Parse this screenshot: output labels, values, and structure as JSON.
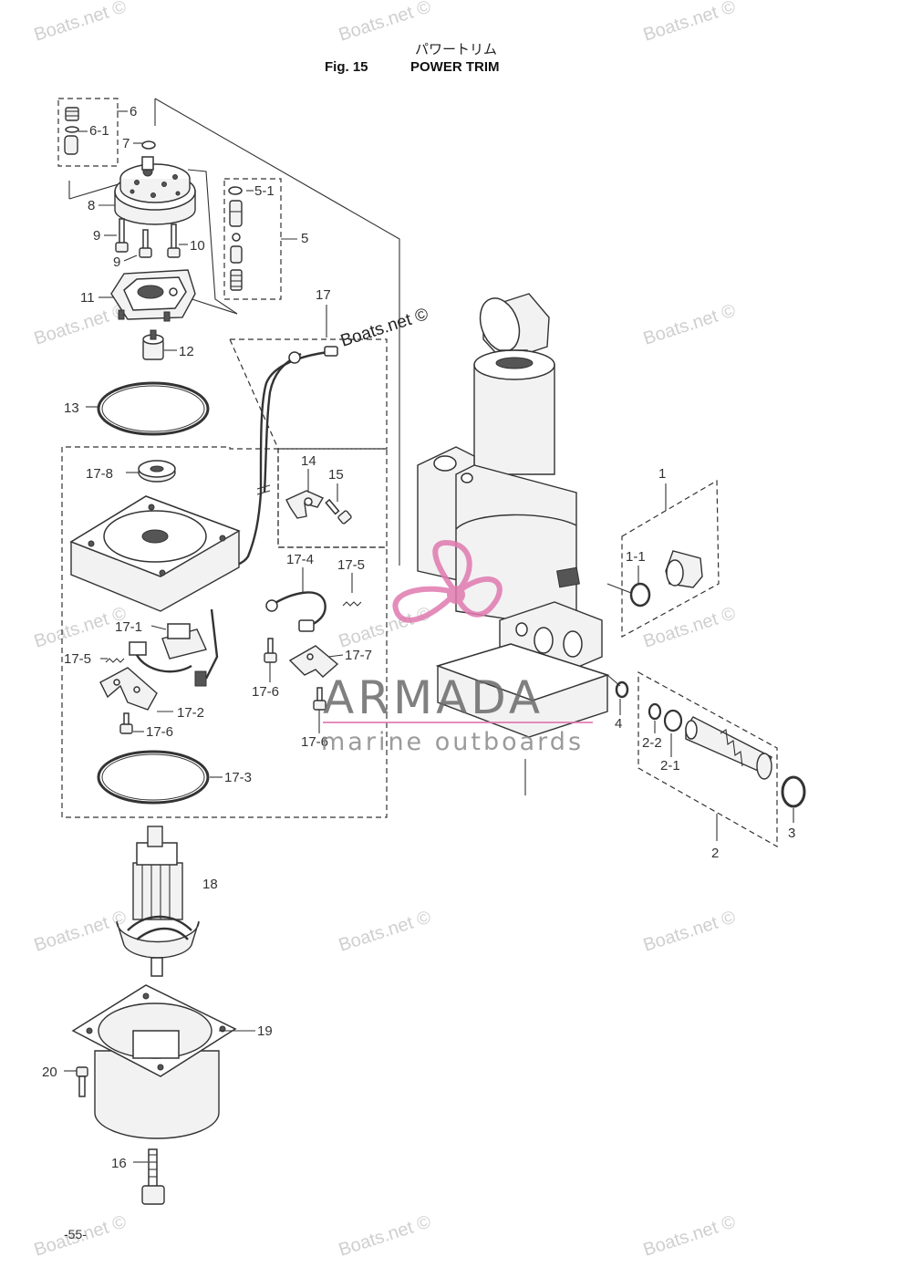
{
  "header": {
    "title_jp": "パワートリム",
    "fig_label": "Fig. 15",
    "title_en": "POWER TRIM"
  },
  "page_number": "-55-",
  "watermarks": {
    "site": "Boats.net ©",
    "brand_name": "ARMADA",
    "brand_tagline": "marine outboards"
  },
  "labels": {
    "p1": "1",
    "p1_1": "1-1",
    "p2": "2",
    "p2_1": "2-1",
    "p2_2": "2-2",
    "p3": "3",
    "p4": "4",
    "p5": "5",
    "p5_1": "5-1",
    "p6": "6",
    "p6_1": "6-1",
    "p7": "7",
    "p8": "8",
    "p9a": "9",
    "p9b": "9",
    "p10": "10",
    "p11": "11",
    "p12": "12",
    "p13": "13",
    "p14": "14",
    "p15": "15",
    "p16": "16",
    "p17": "17",
    "p17_1": "17-1",
    "p17_2": "17-2",
    "p17_3": "17-3",
    "p17_4": "17-4",
    "p17_5a": "17-5",
    "p17_5b": "17-5",
    "p17_6a": "17-6",
    "p17_6b": "17-6",
    "p17_6c": "17-6",
    "p17_7": "17-7",
    "p17_8": "17-8",
    "p18": "18",
    "p19": "19",
    "p20": "20"
  },
  "colors": {
    "line": "#333333",
    "watermark": "#cfcfcf",
    "brand_text": "#6a6a6a",
    "brand_accent": "#e07ab0"
  }
}
